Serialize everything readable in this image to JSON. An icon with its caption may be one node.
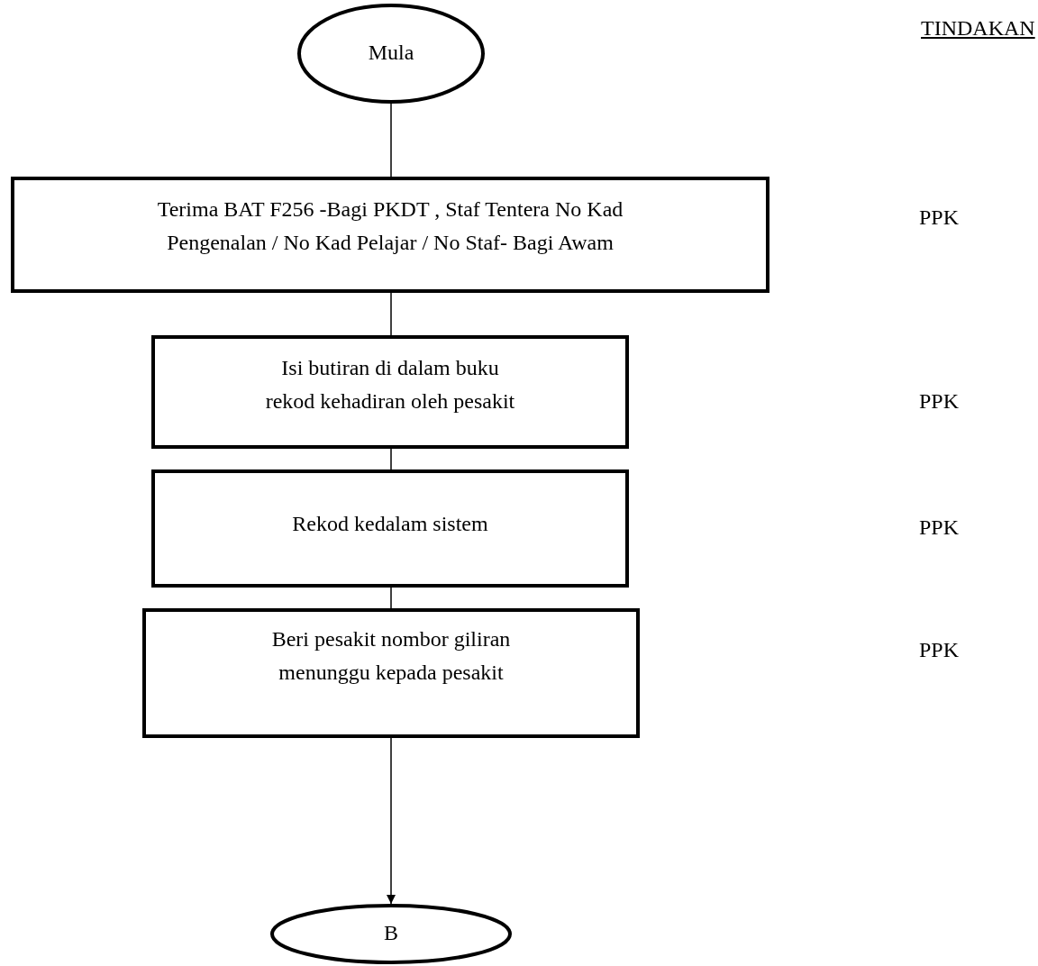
{
  "diagram": {
    "nodes": [
      {
        "text": [
          "Mula"
        ]
      },
      {
        "text": [
          "Terima BAT F256 -Bagi PKDT , Staf Tentera No Kad Pengenalan / No Kad Pelajar / No Staf- Bagi Awam"
        ]
      },
      {
        "text": [
          "Isi butiran di dalam buku rekod kehadiran oleh pesakit"
        ]
      },
      {
        "text": [
          "Rekod kedalam sistem"
        ]
      },
      {
        "text": [
          "Beri pesakit nombor giliran menunggu kepada pesakit"
        ]
      },
      {
        "text": [
          "B"
        ]
      }
    ],
    "edges": [
      {
        "from": 0,
        "to": 1,
        "arrow": "none"
      },
      {
        "from": 1,
        "to": 2,
        "arrow": "none"
      },
      {
        "from": 2,
        "to": 3,
        "arrow": "none"
      },
      {
        "from": 3,
        "to": 4,
        "arrow": "none"
      },
      {
        "from": 4,
        "to": 5,
        "arrow": "to"
      }
    ],
    "labels": [
      "TINDAKAN",
      "PPK",
      "PPK",
      "PPK",
      "PPK"
    ]
  }
}
